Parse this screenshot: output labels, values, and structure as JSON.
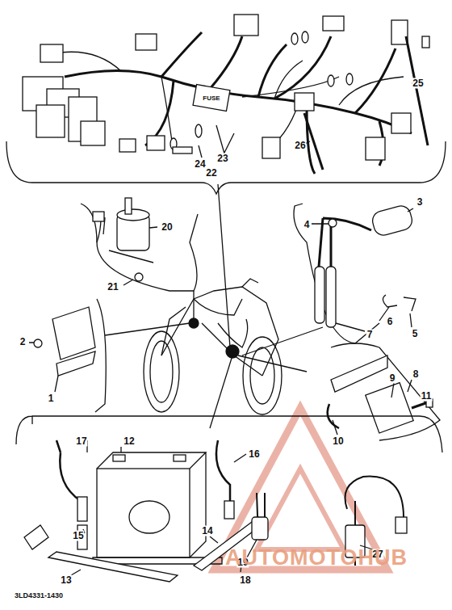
{
  "diagram": {
    "labels": [
      "25",
      "FUSE",
      "26",
      "23",
      "24",
      "22",
      "20",
      "21",
      "4",
      "3",
      "6",
      "5",
      "7",
      "2",
      "1",
      "9",
      "8",
      "11",
      "10",
      "17",
      "12",
      "16",
      "15",
      "14",
      "19",
      "18",
      "13",
      "27",
      "3LD4331-1430",
      "AUTOMOTOHUB"
    ]
  }
}
